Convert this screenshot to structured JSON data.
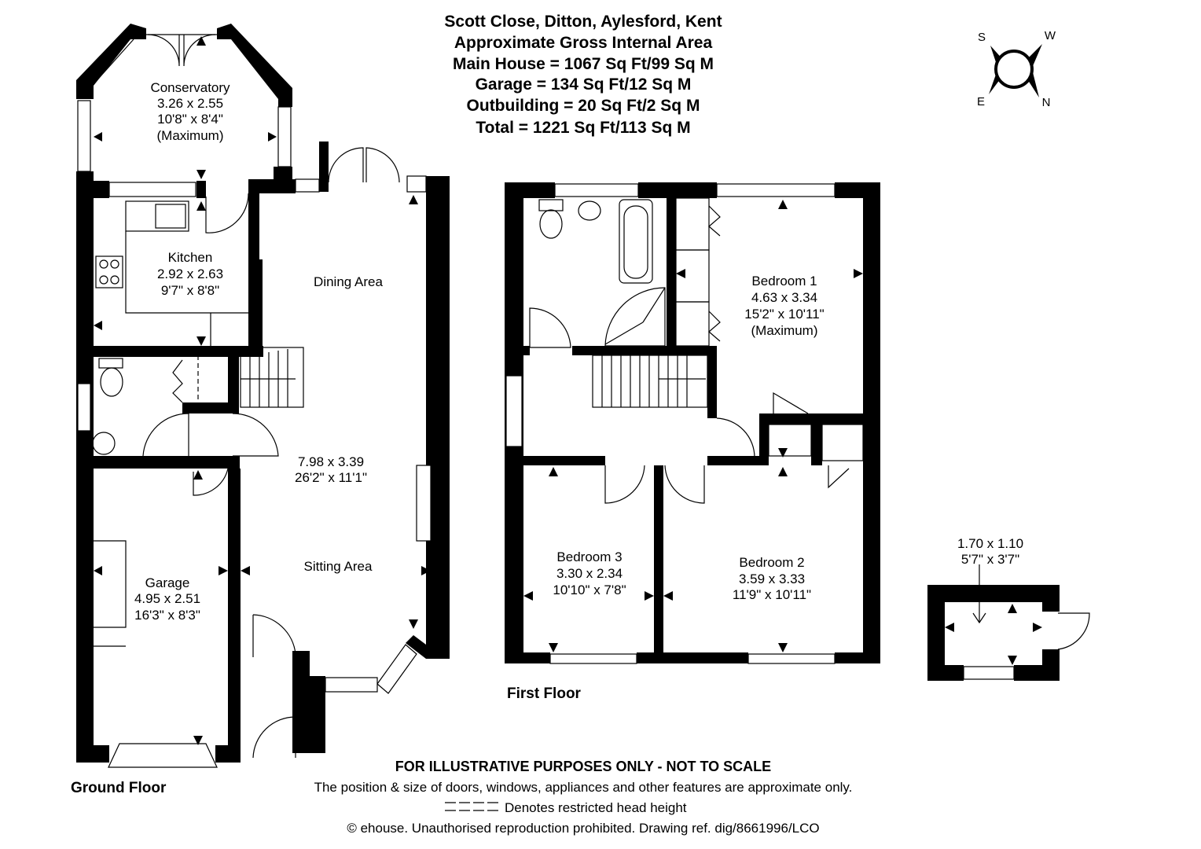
{
  "header": {
    "address": "Scott Close, Ditton, Aylesford, Kent",
    "area_title": "Approximate Gross Internal Area",
    "main_house": "Main House = 1067 Sq Ft/99 Sq M",
    "garage": "Garage = 134 Sq Ft/12 Sq M",
    "outbuilding": "Outbuilding = 20 Sq Ft/2 Sq M",
    "total": "Total = 1221 Sq Ft/113 Sq M"
  },
  "compass": {
    "s": "S",
    "w": "W",
    "e": "E",
    "n": "N"
  },
  "ground_floor": {
    "label": "Ground Floor",
    "conservatory": {
      "name": "Conservatory",
      "metric": "3.26 x 2.55",
      "imperial": "10'8\" x 8'4\"",
      "note": "(Maximum)"
    },
    "kitchen": {
      "name": "Kitchen",
      "metric": "2.92 x 2.63",
      "imperial": "9'7\" x 8'8\""
    },
    "dining": {
      "name": "Dining Area"
    },
    "living": {
      "metric": "7.98 x 3.39",
      "imperial": "26'2\" x 11'1\""
    },
    "sitting": {
      "name": "Sitting Area"
    },
    "garage": {
      "name": "Garage",
      "metric": "4.95 x 2.51",
      "imperial": "16'3\" x 8'3\""
    }
  },
  "first_floor": {
    "label": "First Floor",
    "bedroom1": {
      "name": "Bedroom 1",
      "metric": "4.63 x 3.34",
      "imperial": "15'2\" x 10'11\"",
      "note": "(Maximum)"
    },
    "bedroom2": {
      "name": "Bedroom 2",
      "metric": "3.59 x 3.33",
      "imperial": "11'9\" x 10'11\""
    },
    "bedroom3": {
      "name": "Bedroom 3",
      "metric": "3.30 x 2.34",
      "imperial": "10'10\" x 7'8\""
    }
  },
  "outbuilding": {
    "metric": "1.70 x 1.10",
    "imperial": "5'7\" x 3'7\""
  },
  "disclaimer": {
    "bold": "FOR ILLUSTRATIVE PURPOSES ONLY - NOT TO SCALE",
    "line1": "The position & size of doors, windows, appliances and other features are approximate only.",
    "line2": "Denotes restricted head height",
    "line3": "© ehouse. Unauthorised reproduction prohibited. Drawing ref. dig/8661996/LCO"
  }
}
